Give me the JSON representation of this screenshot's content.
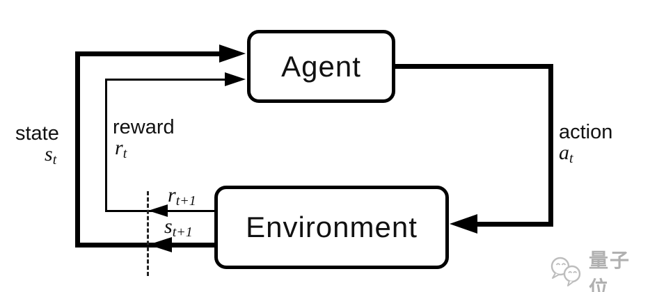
{
  "figure": {
    "agent": {
      "label": "Agent"
    },
    "environment": {
      "label": "Environment"
    },
    "state": {
      "word": "state",
      "var": "s",
      "sub": "t"
    },
    "reward": {
      "word": "reward",
      "var": "r",
      "sub": "t"
    },
    "action": {
      "word": "action",
      "var": "a",
      "sub": "t"
    },
    "reward_next": {
      "var": "r",
      "sub": "t+1"
    },
    "state_next": {
      "var": "s",
      "sub": "t+1"
    }
  },
  "watermark": {
    "text": "量子位"
  },
  "colors": {
    "line": "#000000",
    "background": "#ffffff",
    "watermark_gray": "#b0b0b0"
  }
}
